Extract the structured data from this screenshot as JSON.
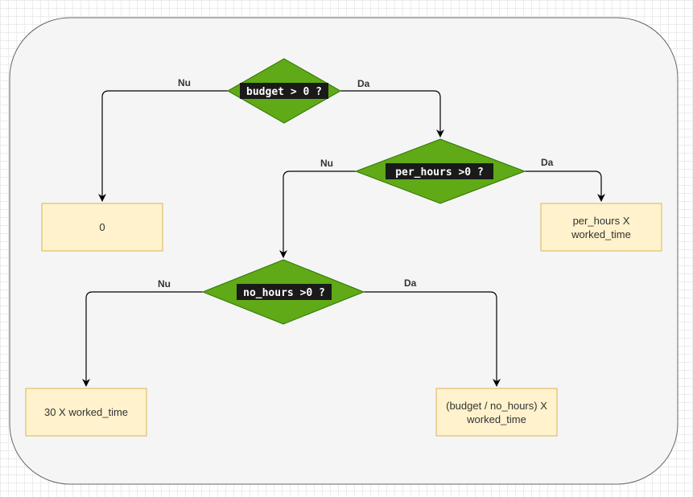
{
  "decisions": {
    "budget": {
      "label": "budget > 0 ?"
    },
    "per_hours": {
      "label": "per_hours >0 ?"
    },
    "no_hours": {
      "label": "no_hours >0 ?"
    }
  },
  "edges": {
    "budget_no": "Nu",
    "budget_yes": "Da",
    "per_hours_no": "Nu",
    "per_hours_yes": "Da",
    "no_hours_no": "Nu",
    "no_hours_yes": "Da"
  },
  "results": {
    "zero": {
      "lines": [
        "0"
      ]
    },
    "per_hours": {
      "lines": [
        "per_hours X",
        "worked_time"
      ]
    },
    "fixed": {
      "lines": [
        "30 X worked_time"
      ]
    },
    "budget_ratio": {
      "lines": [
        "(budget / no_hours) X",
        "worked_time"
      ]
    }
  },
  "colors": {
    "container_fill": "#f5f5f5",
    "container_stroke": "#666666",
    "diamond_fill": "#60a917",
    "diamond_stroke": "#2d7600",
    "box_fill": "#fff2cc",
    "box_stroke": "#d6b656",
    "edge": "#000000"
  }
}
